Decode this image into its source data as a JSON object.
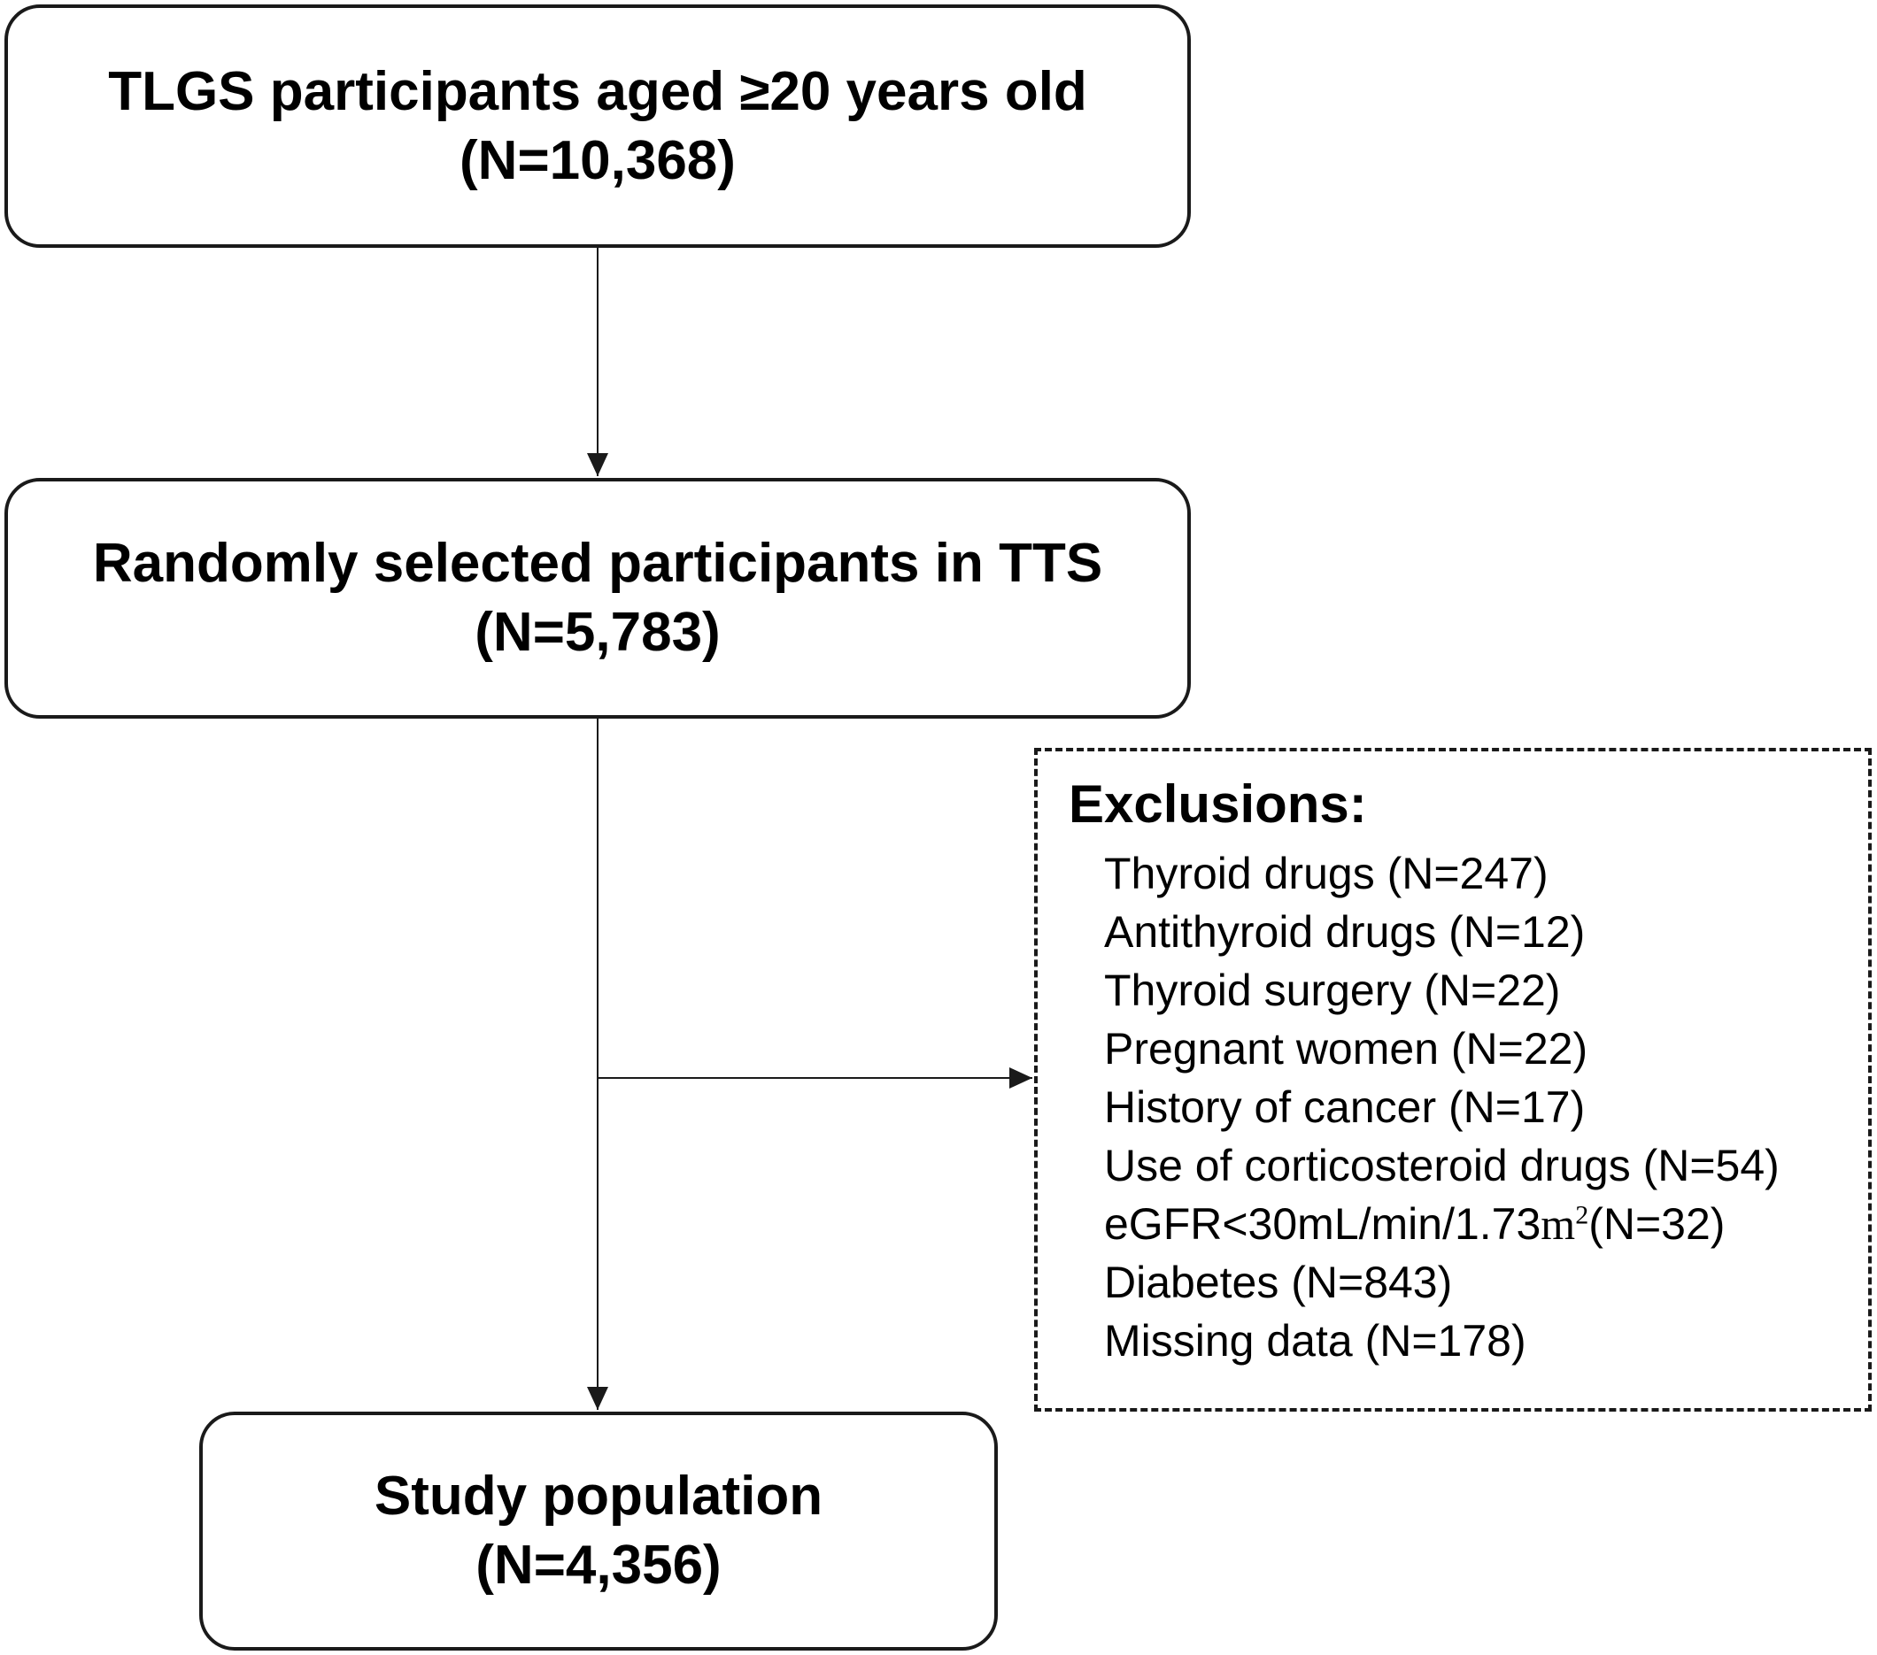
{
  "boxes": {
    "top": {
      "line1": "TLGS participants aged ≥20 years old",
      "line2": "(N=10,368)"
    },
    "middle": {
      "line1": "Randomly selected participants in TTS",
      "line2": "(N=5,783)"
    },
    "bottom": {
      "line1": "Study population",
      "line2": "(N=4,356)"
    }
  },
  "exclusions": {
    "title": "Exclusions:",
    "items": [
      "Thyroid drugs (N=247)",
      "Antithyroid drugs (N=12)",
      "Thyroid surgery (N=22)",
      "Pregnant women (N=22)",
      "History of cancer (N=17)",
      "Use of corticosteroid drugs (N=54)"
    ],
    "egfr": {
      "prefix": "eGFR<30mL/min/1.73",
      "unit": "m",
      "exponent": "2",
      "suffix": "(N=32)"
    },
    "items_after": [
      "Diabetes (N=843)",
      "Missing data (N=178)"
    ]
  },
  "colors": {
    "stroke": "#1a1a1a",
    "background": "#ffffff",
    "text": "#000000"
  }
}
